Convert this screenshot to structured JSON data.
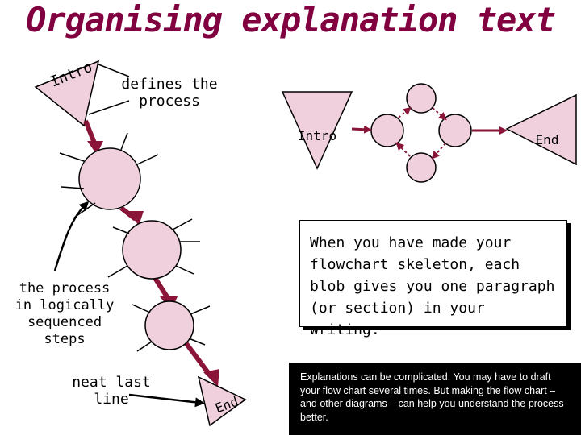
{
  "title": "Organising explanation text",
  "labels": {
    "intro_left": "Intro",
    "defines": "defines the process",
    "intro_right": "Intro",
    "end_right": "End",
    "process_steps": "the process in logically sequenced steps",
    "neat_last": "neat last line",
    "end_bottom": "End"
  },
  "note": "When you have made your flowchart skeleton, each blob gives you one paragraph (or section) in your writing.",
  "footer": "Explanations can be complicated.  You may have to draft your flow chart several times.  But making the flow chart – and other diagrams – can help you understand the process better.",
  "colors": {
    "title": "#800040",
    "node_fill": "#f0d0dc",
    "arrow": "#8a1538"
  }
}
